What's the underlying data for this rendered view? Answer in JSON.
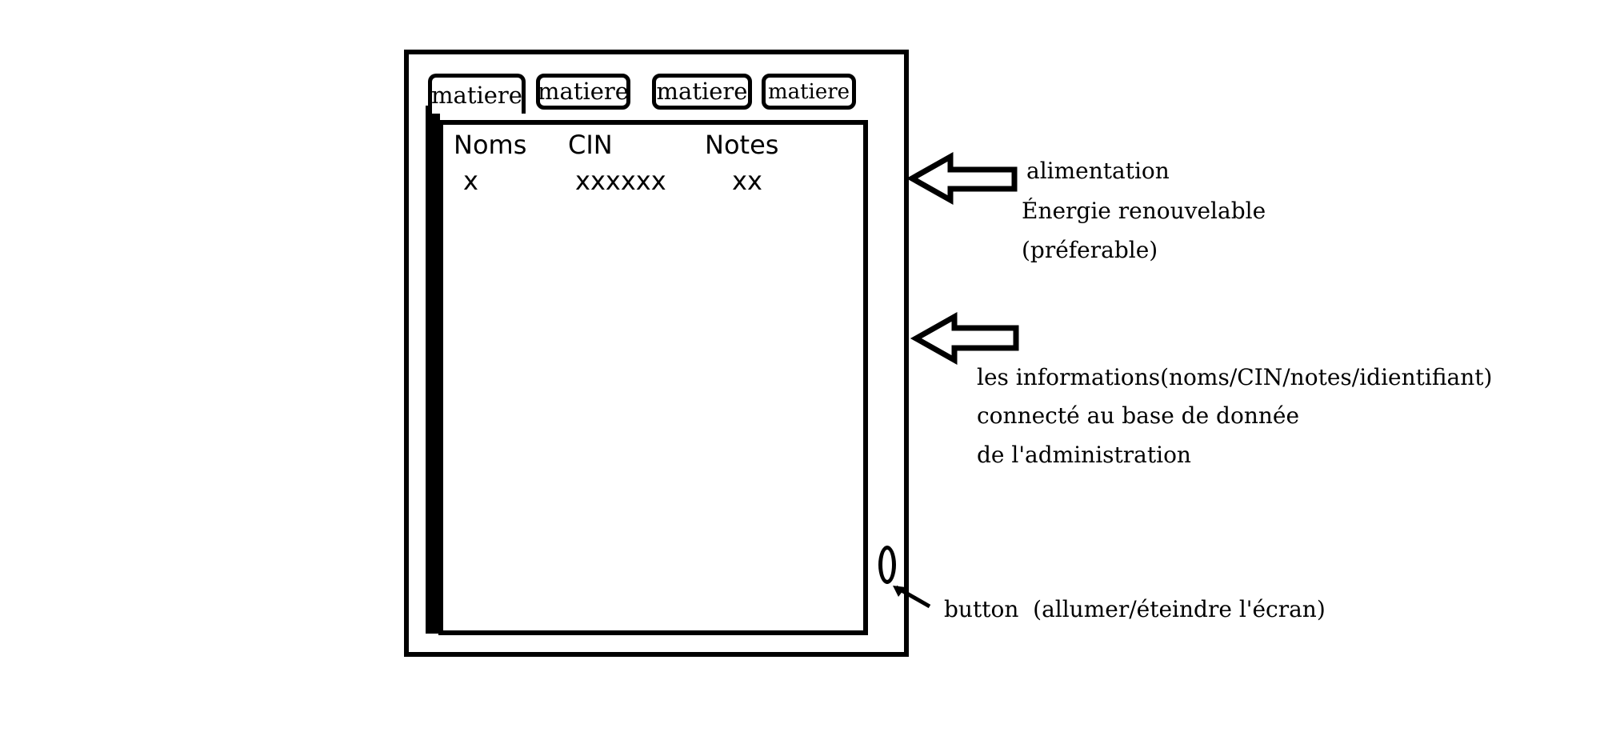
{
  "tabs": [
    {
      "label": "matiere"
    },
    {
      "label": "matiere"
    },
    {
      "label": "matiere"
    },
    {
      "label": "matiere"
    }
  ],
  "table": {
    "headers": [
      "Noms",
      "CIN",
      "Notes"
    ],
    "rows": [
      [
        "x",
        "xxxxxx",
        "xx"
      ]
    ]
  },
  "annotations": {
    "power": [
      "alimentation",
      "Énergie renouvelable",
      "(préferable)"
    ],
    "info": [
      "les informations(noms/CIN/notes/idientifiant)",
      "connecté au base de donnée",
      "de l'administration"
    ],
    "button": "button  (allumer/éteindre l'écran)"
  },
  "icons": {
    "arrows": [
      "left-arrow-icon",
      "left-arrow-icon",
      "pointer-arrow-icon"
    ],
    "power_button": "oval-button-icon"
  }
}
